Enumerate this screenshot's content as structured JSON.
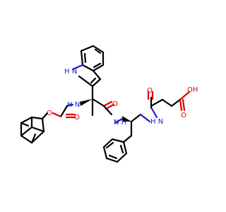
{
  "atoms": {
    "indole_nh": "H N",
    "amide_nh": "N H",
    "carbamate_nh": "H N",
    "amine_nh": "H N",
    "carbamate_o_ester": "O",
    "carbamate_o_carbonyl": "O",
    "amide_o": "O",
    "keto_o": "O",
    "acid_oh": "OH",
    "acid_o": "O"
  },
  "colors": {
    "carbon": "#000000",
    "nitrogen": "#1b1bcc",
    "oxygen": "#e00000"
  }
}
